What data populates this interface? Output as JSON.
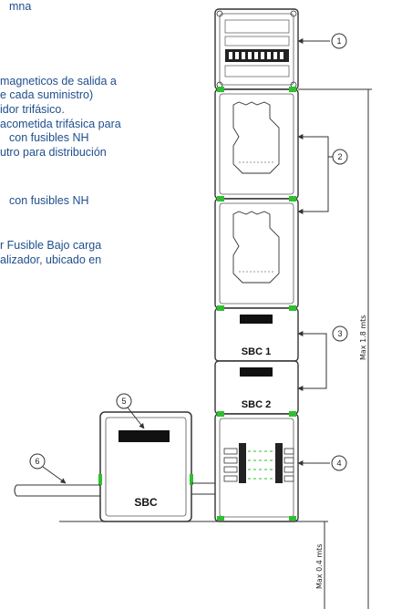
{
  "text_lines": [
    "mna",
    "magneticos de salida a",
    "e cada suministro)",
    "idor trifásico.",
    "acometida trifásica para",
    "con fusibles NH",
    "utro para distribución",
    "con fusibles NH",
    "r Fusible Bajo carga",
    "alizador, ubicado en"
  ],
  "callouts": [
    "1",
    "2",
    "3",
    "4",
    "5",
    "6"
  ],
  "box_labels": {
    "sbc1": "SBC 1",
    "sbc2": "SBC 2",
    "sbc_side": "SBC"
  },
  "dimensions": {
    "max_height": "Max 1.8 mts",
    "max_floor": "Max 0.4 mts"
  },
  "colors": {
    "text": "#1f4e8c",
    "line": "#333333",
    "led": "#2fbf2f",
    "bar": "#111111"
  }
}
